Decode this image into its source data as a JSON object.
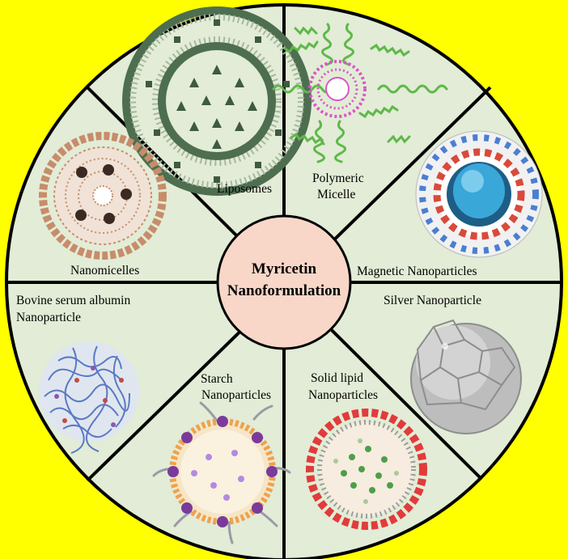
{
  "colors": {
    "page_background": "#ffff00",
    "wheel_fill": "#e2ecd6",
    "wheel_border": "#000000",
    "center_fill": "#f8d7c8",
    "lipid_orange": "#f2a14a",
    "lipid_red": "#e23b3b",
    "lipid_brown": "#c78d6b",
    "lipid_darkgreen": "#4e6e50",
    "magnetic_core": "#3aa7d9",
    "micelle_magenta": "#d957c5",
    "chain_green": "#5fb84a"
  },
  "center": {
    "line1": "Myricetin",
    "line2": "Nanoformulation"
  },
  "segments": [
    {
      "id": "liposomes",
      "label_lines": [
        "Liposomes"
      ],
      "icon": "liposome-icon"
    },
    {
      "id": "polymeric-micelle",
      "label_lines": [
        "Polymeric",
        "Micelle"
      ],
      "icon": "polymeric-micelle-icon"
    },
    {
      "id": "magnetic",
      "label_lines": [
        "Magnetic Nanoparticles"
      ],
      "icon": "magnetic-nanoparticle-icon"
    },
    {
      "id": "silver",
      "label_lines": [
        "Silver Nanoparticle"
      ],
      "icon": "silver-nanoparticle-icon"
    },
    {
      "id": "solid-lipid",
      "label_lines": [
        "Solid lipid",
        "Nanoparticles"
      ],
      "icon": "solid-lipid-nanoparticle-icon"
    },
    {
      "id": "starch",
      "label_lines": [
        "Starch",
        "Nanoparticles"
      ],
      "icon": "starch-nanoparticle-icon"
    },
    {
      "id": "bsa",
      "label_lines": [
        "Bovine serum albumin",
        "Nanoparticle"
      ],
      "icon": "bsa-nanoparticle-icon"
    },
    {
      "id": "nanomicelles",
      "label_lines": [
        "Nanomicelles"
      ],
      "icon": "nanomicelle-icon"
    }
  ]
}
